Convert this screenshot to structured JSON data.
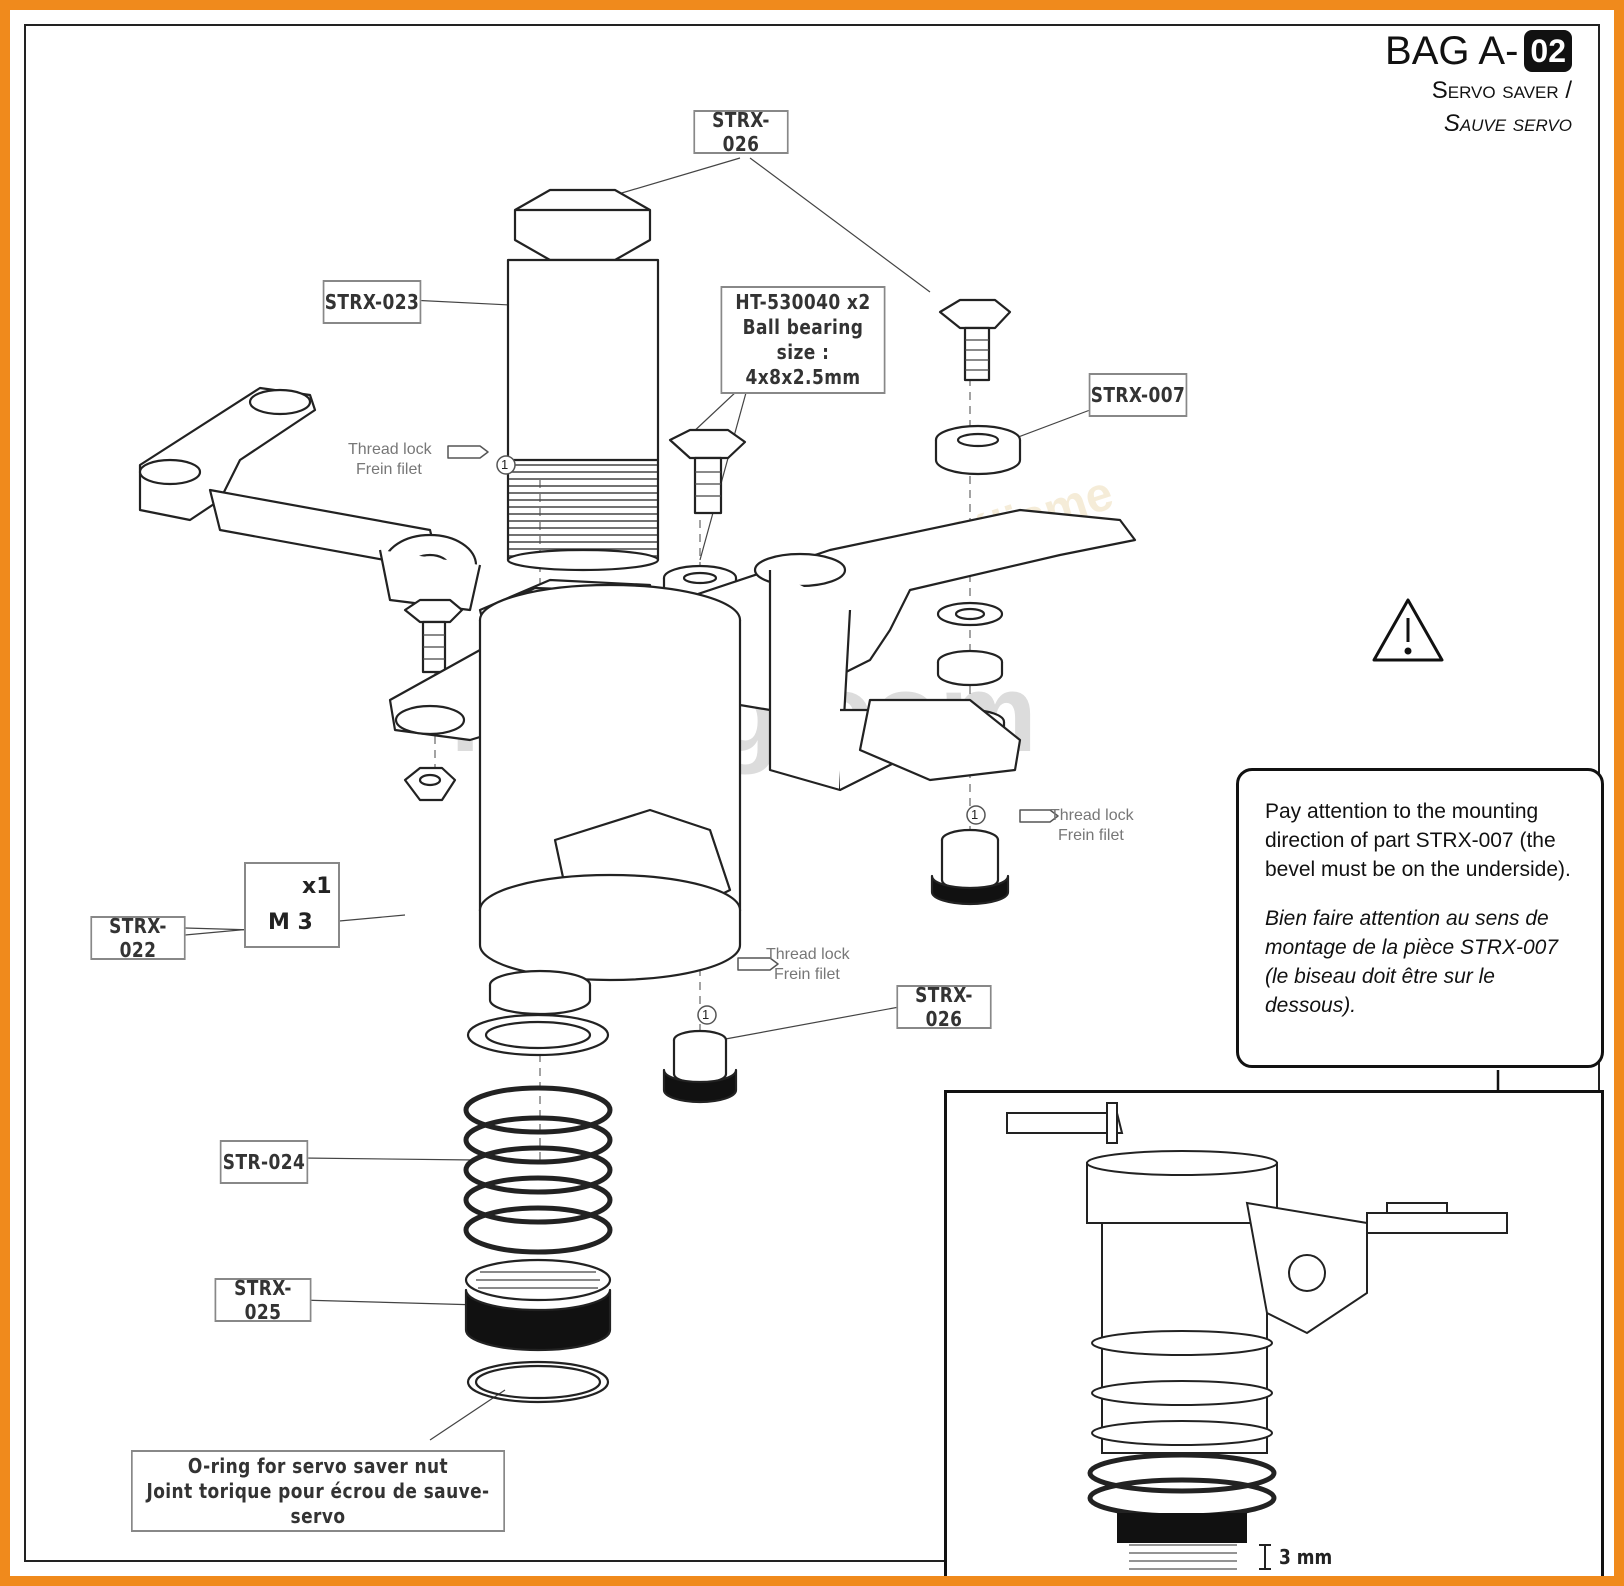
{
  "header": {
    "bag_prefix": "BAG A-",
    "bag_number": "02",
    "subtitle_en": "Servo saver /",
    "subtitle_fr": "Sauve servo"
  },
  "callouts": {
    "strx026_top": "STRX-026",
    "strx023": "STRX-023",
    "bearing_line1": "HT-530040  x2",
    "bearing_line2": "Ball bearing size :",
    "bearing_line3": "4x8x2.5mm",
    "strx007": "STRX-007",
    "strx022": "STRX-022",
    "strx026_bottom": "STRX-026",
    "str024": "STR-024",
    "strx025": "STRX-025",
    "oring_en": "O-ring for servo saver nut",
    "oring_fr": "Joint torique pour écrou de sauve-servo"
  },
  "thread_lock": {
    "en": "Thread lock",
    "fr": "Frein filet",
    "step": "1"
  },
  "hardware": {
    "qty": "x1",
    "size": "M 3"
  },
  "note": {
    "en": "Pay attention to the mounting direction of part STRX-007 (the bevel must be on the underside).",
    "fr": "Bien faire attention au sens de montage de la pièce STRX-007 (le biseau doit être sur le dessous)."
  },
  "inset": {
    "dimension": "3 mm"
  },
  "watermark": {
    "site": "rcmag.com",
    "magazine": "magazine du modélisme"
  },
  "colors": {
    "frame": "#f08a1c",
    "line": "#222222",
    "callout_border": "#888888",
    "note_border": "#111111"
  }
}
